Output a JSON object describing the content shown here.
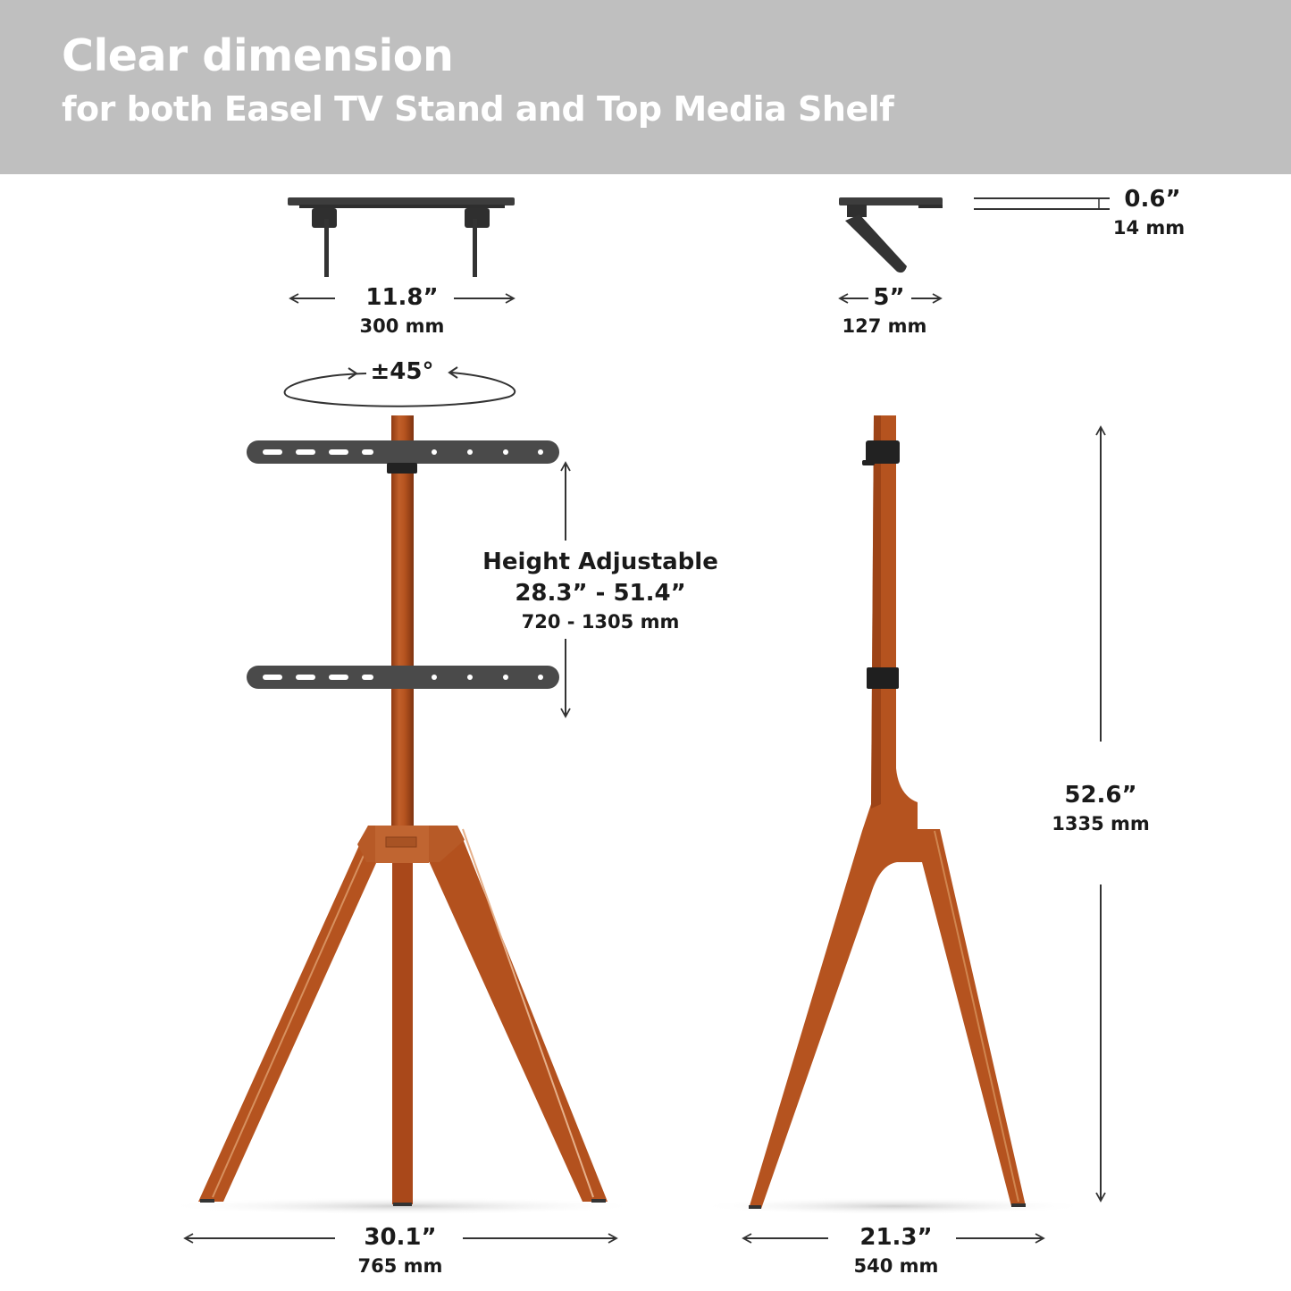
{
  "header": {
    "title": "Clear dimension",
    "subtitle": "for both Easel TV Stand and Top Media Shelf",
    "background_color": "#bfbfbf",
    "text_color": "#ffffff"
  },
  "colors": {
    "wood": "#b5531f",
    "wood_dark": "#8e3a12",
    "metal": "#4a4a4a",
    "text": "#1a1a1a"
  },
  "shelf_front": {
    "width_in": "11.8”",
    "width_mm": "300 mm",
    "rotation": "±45°"
  },
  "shelf_side": {
    "depth_in": "5”",
    "depth_mm": "127 mm",
    "thickness_in": "0.6”",
    "thickness_mm": "14 mm"
  },
  "stand_front": {
    "height_label": "Height Adjustable",
    "height_range_in": "28.3” - 51.4”",
    "height_range_mm": "720 - 1305 mm",
    "base_width_in": "30.1”",
    "base_width_mm": "765 mm"
  },
  "stand_side": {
    "total_height_in": "52.6”",
    "total_height_mm": "1335 mm",
    "base_depth_in": "21.3”",
    "base_depth_mm": "540 mm"
  }
}
